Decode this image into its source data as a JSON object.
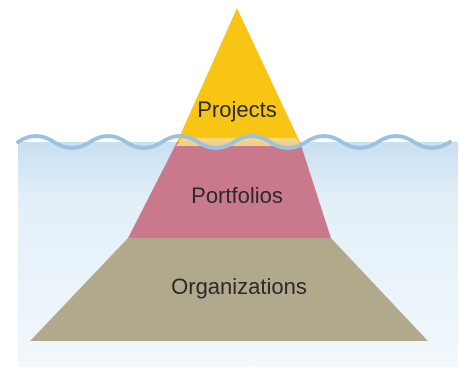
{
  "diagram": {
    "tiers": [
      {
        "label": "Projects",
        "color": "#f8c515"
      },
      {
        "label": "Portfolios",
        "color": "#c9798b"
      },
      {
        "label": "Organizations",
        "color": "#b1a98c"
      }
    ],
    "water_color": "#d4e7f3",
    "wave_color": "#9dc2df"
  }
}
